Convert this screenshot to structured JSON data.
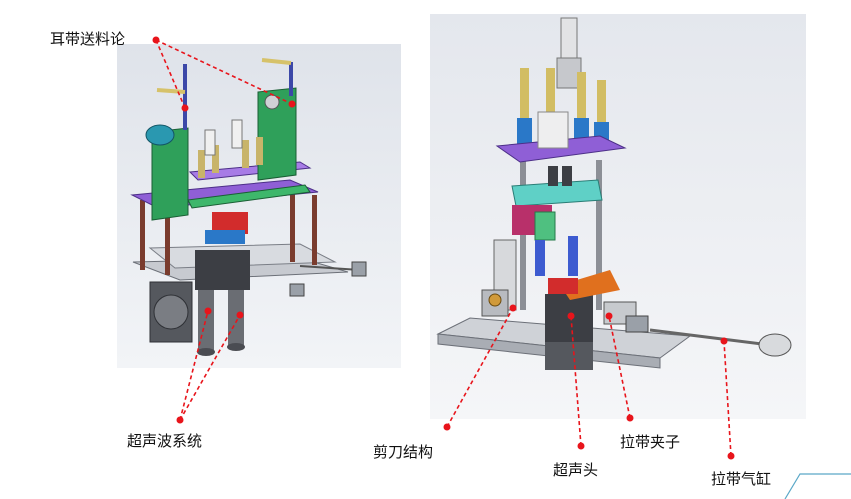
{
  "labels": {
    "ear_band_feed_wheel": "耳带送料论",
    "ultrasonic_system": "超声波系统",
    "cutter_structure": "剪刀结构",
    "ultrasonic_head": "超声头",
    "pull_band_clamp": "拉带夹子",
    "pull_band_cylinder": "拉带气缸"
  },
  "colors": {
    "callout": "#e8141b",
    "frame": "#b3b6bc",
    "purple": "#8f5fd6",
    "green": "#2fa05a",
    "teal": "#40c0b8",
    "gold": "#c8b46a",
    "blue": "#2a78c8",
    "red_part": "#d22c2c",
    "orange": "#e0701e",
    "dark": "#3c3e44"
  }
}
